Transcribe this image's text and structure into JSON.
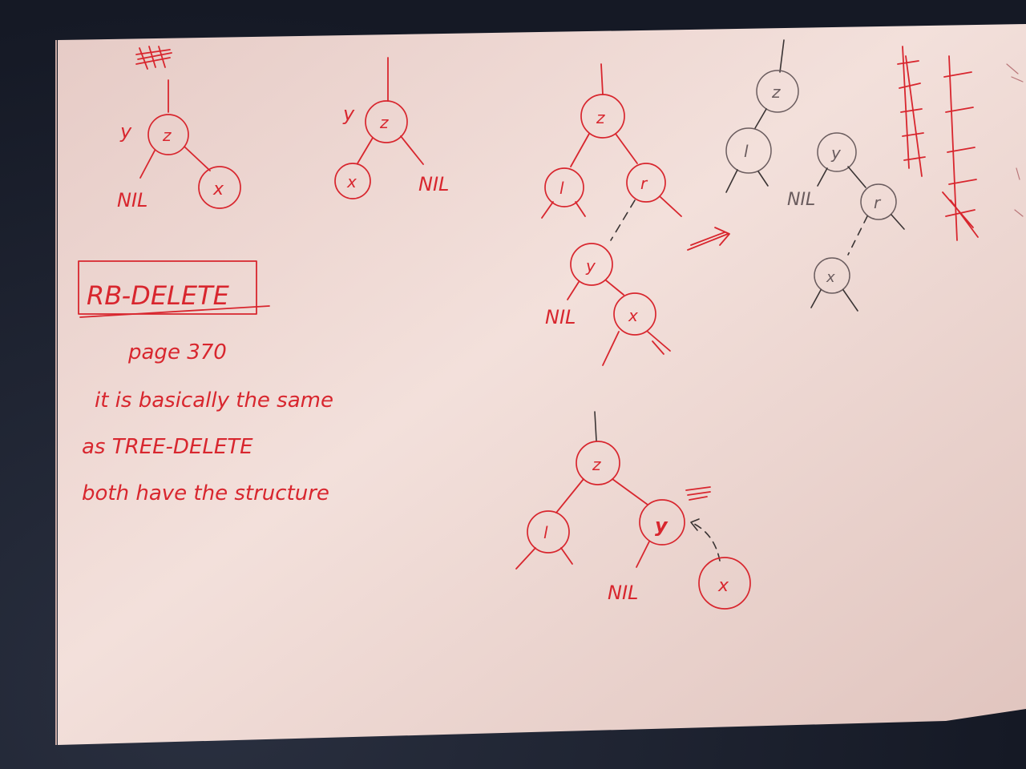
{
  "notes": {
    "box_title": "RB-DELETE",
    "line_page": "page 370",
    "line_1": "it is basically the same",
    "line_2": "as TREE-DELETE",
    "line_3": "both have the structure"
  },
  "labels": {
    "z": "z",
    "y": "y",
    "x": "x",
    "l": "l",
    "r": "r",
    "nil": "NIL"
  },
  "colors": {
    "paper": "#f1dcd7",
    "ink_red": "#d8262e",
    "ink_dark": "#3a3434",
    "background": "#1c2130"
  }
}
